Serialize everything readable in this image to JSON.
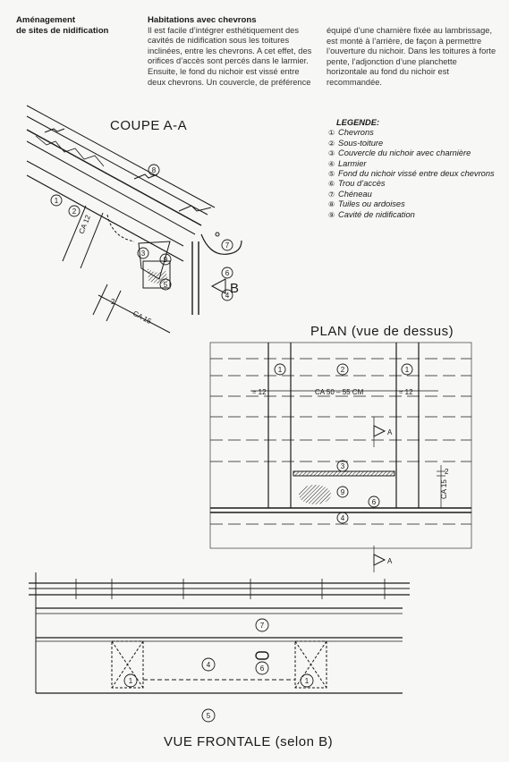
{
  "header": {
    "side_title_line1": "Aménagement",
    "side_title_line2": "de sites de nidification",
    "section_title": "Habitations avec chevrons",
    "para1": "Il est facile d’intégrer esthétiquement des cavités de nidification sous les toitures inclinées, entre les chevrons. A cet effet, des orifices d’accès sont percés dans le larmier. Ensuite, le fond du nichoir est vissé entre deux chevrons. Un couvercle, de préférence",
    "para2": "équipé d’une charnière fixée au lambrissage, est monté à l’arrière, de façon à permettre l’ouverture du nichoir. Dans les toitures à forte pente, l’adjonction d’une planchette horizontale au fond du nichoir est recommandée."
  },
  "legend": {
    "title": "LEGENDE:",
    "items": [
      {
        "num": "①",
        "label": "Chevrons"
      },
      {
        "num": "②",
        "label": "Sous-toiture"
      },
      {
        "num": "③",
        "label": "Couvercle du nichoir avec charnière"
      },
      {
        "num": "④",
        "label": "Larmier"
      },
      {
        "num": "⑤",
        "label": "Fond du nichoir vissé entre deux chevrons"
      },
      {
        "num": "⑥",
        "label": "Trou d’accès"
      },
      {
        "num": "⑦",
        "label": "Chéneau"
      },
      {
        "num": "⑧",
        "label": "Tuiles ou ardoises"
      },
      {
        "num": "⑨",
        "label": "Cavité de nidification"
      }
    ]
  },
  "section": {
    "title": "COUPE A-A",
    "dim_ca12": "CA 12",
    "dim_2": "2",
    "dim_ca15": "CA 15",
    "view_mark": "B"
  },
  "plan": {
    "title": "PLAN (vue de dessus)",
    "dim_12_left": "≈ 12",
    "dim_center": "CA 50 – 55 CM",
    "dim_12_right": "≈ 12",
    "dim_2": "2",
    "dim_ca15": "CA 15",
    "mark_a": "A"
  },
  "front": {
    "title": "VUE FRONTALE (selon B)"
  },
  "markers": {
    "m1": "1",
    "m2": "2",
    "m3": "3",
    "m4": "4",
    "m5": "5",
    "m6": "6",
    "m7": "7",
    "m8": "8",
    "m9": "9"
  }
}
